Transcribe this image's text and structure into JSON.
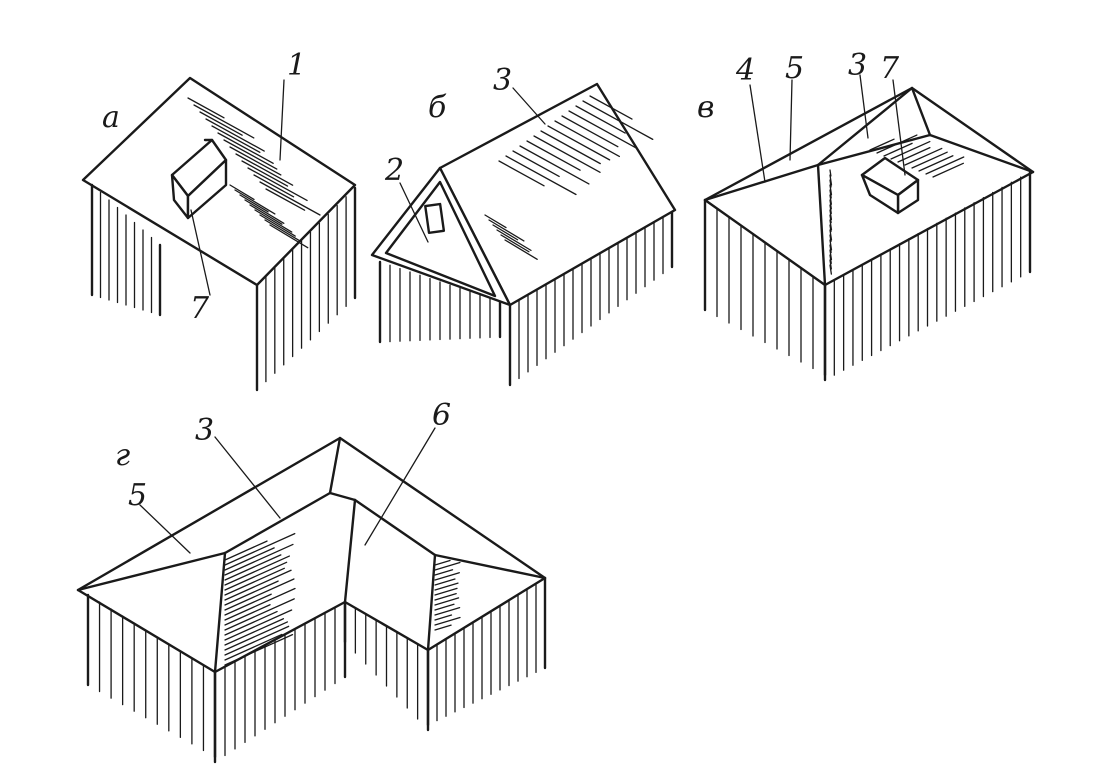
{
  "labels": {
    "a": "а",
    "b": "б",
    "v": "в",
    "g": "г",
    "a1": "1",
    "a7": "7",
    "b2": "2",
    "b3": "3",
    "v4": "4",
    "v5": "5",
    "v3": "3",
    "v7": "7",
    "g3": "3",
    "g5": "5",
    "g6": "6"
  },
  "colors": {
    "ink": "#1a1a1a",
    "paper": "#ffffff"
  }
}
